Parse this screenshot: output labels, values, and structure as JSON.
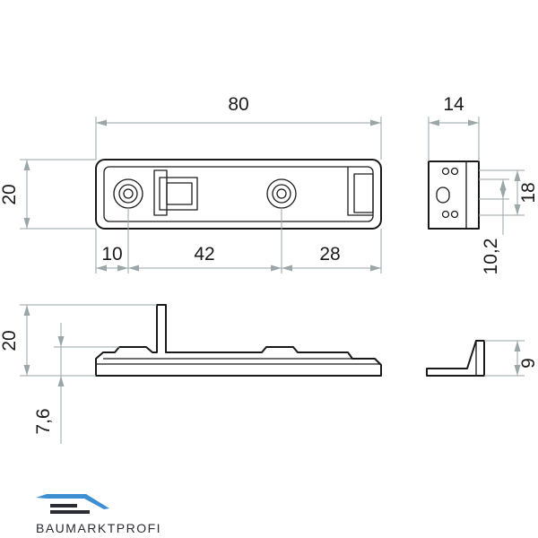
{
  "dimensions": {
    "top_length": "80",
    "top_height": "20",
    "top_seg_left": "10",
    "top_seg_middle": "42",
    "top_seg_right": "28",
    "side_width": "14",
    "side_height": "18",
    "side_offset": "10,2",
    "front_height": "20",
    "front_base": "7,6",
    "bracket_height": "9"
  },
  "logo": {
    "text": "BAUMARKTPROFI",
    "accent_color": "#3d8fd1",
    "dark_color": "#2b2d33"
  },
  "colors": {
    "outline": "#1a1a1a",
    "dimension_line": "#9aa6a8"
  }
}
